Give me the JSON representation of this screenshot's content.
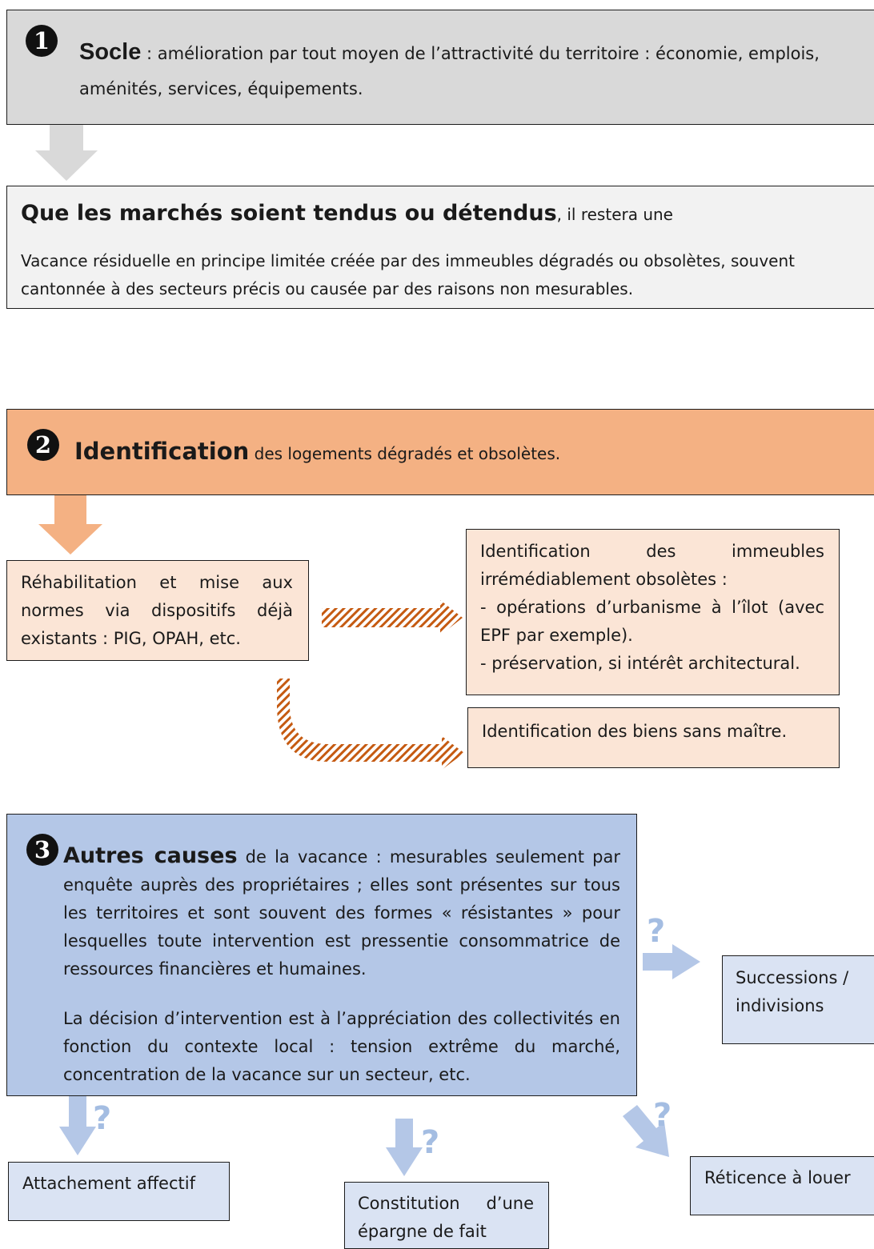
{
  "section1": {
    "number": "1",
    "title": "Socle",
    "text": " : amélioration par tout moyen de l’attractivité du territoire : économie, emplois, aménités, services, équipements."
  },
  "residual": {
    "heading": "Que les marchés soient tendus ou détendus",
    "heading_tail": ", il restera une",
    "text": "Vacance résiduelle en principe limitée créée par des immeubles dégradés ou obsolètes, souvent cantonnée à des secteurs précis ou causée par des raisons non mesurables."
  },
  "section2": {
    "number": "2",
    "title": "Identification",
    "text": " des logements dégradés et obsolètes.",
    "rehab": "Réhabilitation et mise aux normes via dispositifs déjà existants : PIG, OPAH, etc.",
    "obsolete": {
      "line1": "Identification des immeubles irrémédiablement obsolètes :",
      "line2": "- opérations d’urbanisme à l’îlot (avec EPF par exemple).",
      "line3": "- préservation, si intérêt architectural."
    },
    "sans_maitre": "Identification des biens sans maître."
  },
  "section3": {
    "number": "3",
    "title": "Autres causes",
    "text1": " de la vacance : mesurables seulement par enquête auprès des propriétaires ; elles sont présentes sur tous les territoires et sont souvent des formes « résistantes » pour lesquelles toute intervention est pressentie consommatrice de ressources financières et humaines.",
    "text2": "La décision d’intervention est à l’appréciation des collectivités en fonction du contexte local : tension extrême du marché, concentration de la vacance sur un secteur, etc.",
    "question_mark": "?",
    "outcomes": {
      "successions": "Successions / indivisions",
      "attachement": "Attachement affectif",
      "epargne": "Constitution d’une épargne de fait",
      "reticence": "Réticence à louer"
    }
  },
  "colors": {
    "gray_box": "#d9d9d9",
    "light_box": "#f2f2f2",
    "orange_box": "#f4b183",
    "peach_box": "#fbe5d6",
    "blue_box": "#b4c7e7",
    "light_blue_box": "#dae3f3",
    "hatch": "#c55a11"
  }
}
